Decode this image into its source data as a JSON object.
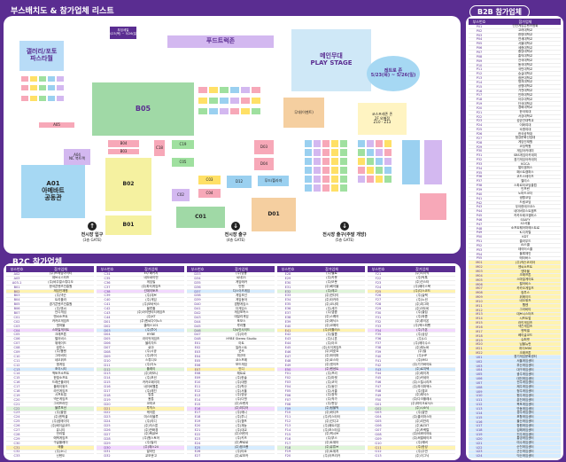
{
  "titles": {
    "main": "부스배치도 & 참가업체 리스트",
    "b2c": "B2C 참가업체",
    "b2b": "B2B 참가업체"
  },
  "map": {
    "zones": {
      "gallery": "갤러리/포토\n파스타월",
      "pudding_sale": "푸딩세일\n5/23(목) ~ 5/26(일)",
      "food_truck": "푸드트럭존",
      "main_stage": "메인무대\nPLAY STAGE",
      "retro": "레트로 존\n5/23(목) ~ 5/26(일)",
      "cosplay": "코스프레존 존\n2F 외별정\nZ10 - Z13",
      "b05": "B05",
      "stage_area": "무대(이벤트)",
      "a01": "A01\n아메바트\n공동관",
      "b02": "B02",
      "b01": "B01",
      "c01": "C01",
      "d01": "D01",
      "a04": "A04\nNC 북트랙",
      "food_court": "푸드/플라자",
      "a05": "A05",
      "b04": "B04",
      "b03": "B03",
      "c18": "C18",
      "c19": "C19",
      "d03": "D03",
      "d04": "D04",
      "d12": "D12",
      "c02": "C02",
      "c03": "C03",
      "c04": "C04",
      "c05": "C05"
    },
    "gates": [
      {
        "label": "전시장 입구",
        "sub": "(3층 GATE)"
      },
      {
        "label": "전시장 출구",
        "sub": "(4층 GATE)"
      },
      {
        "label": "전시장 출구(주말 개방)",
        "sub": "(5층 GATE)"
      }
    ]
  },
  "b2c": {
    "col_headers": [
      "부스번호",
      "참가업체"
    ],
    "columns": [
      [
        [
          "A02",
          "(주)프레임아이티"
        ],
        [
          "A03",
          "데브시스터즈"
        ],
        [
          "A03-1",
          "(주)비주얼스튜디오"
        ],
        [
          "B01",
          "한국콘텐츠진흥원"
        ],
        [
          "B02",
          "게임인재원"
        ],
        [
          "B03",
          "(주)넥슨"
        ],
        [
          "B04",
          "트리플라"
        ],
        [
          "B05",
          "경기콘텐츠진흥원"
        ],
        [
          "B06",
          "(주)엔씨"
        ],
        [
          "B07",
          "인디게임"
        ],
        [
          "C01",
          "엔씨소프트"
        ],
        [
          "C02",
          "카카오게임즈"
        ],
        [
          "C03",
          "넷마블"
        ],
        [
          "C04",
          "스마일게이트"
        ],
        [
          "C05",
          "크래프톤"
        ],
        [
          "C06",
          "펄어비스"
        ],
        [
          "C07",
          "위메이드"
        ],
        [
          "C08",
          "컴투스"
        ],
        [
          "C09",
          "(주)웹젠"
        ],
        [
          "C10",
          "그라비티"
        ],
        [
          "C11",
          "네오위즈"
        ],
        [
          "C12",
          "엠게임"
        ],
        [
          "C13",
          "조이시티"
        ],
        [
          "C14",
          "액토즈소프트"
        ],
        [
          "C15",
          "한빛소프트"
        ],
        [
          "C16",
          "드래곤플라이"
        ],
        [
          "C17",
          "플레이위드"
        ],
        [
          "C18",
          "라인게임즈"
        ],
        [
          "C19",
          "시프트업"
        ],
        [
          "C20",
          "넥슨게임즈"
        ],
        [
          "C21",
          "그리프라인"
        ],
        [
          "C22",
          "블루포션"
        ],
        [
          "C23",
          "(주)올엠"
        ],
        [
          "C24",
          "(주)엔픽셀"
        ],
        [
          "C25",
          "(주)썸에이지"
        ],
        [
          "C26",
          "(주)베이글코드"
        ],
        [
          "C27",
          "유니티"
        ],
        [
          "C28",
          "언리얼"
        ],
        [
          "C29",
          "에픽게임즈"
        ],
        [
          "C30",
          "구글플레이"
        ],
        [
          "C31",
          "애플"
        ],
        [
          "C32",
          "(주)소니"
        ],
        [
          "C33",
          "닌텐도"
        ]
      ],
      [
        [
          "C34",
          "EQ 패키지"
        ],
        [
          "C35",
          "네오싸이언"
        ],
        [
          "C36",
          "게임빌"
        ],
        [
          "C37",
          "(주)파티게임즈"
        ],
        [
          "C38",
          "선데이토즈"
        ],
        [
          "C39",
          "(주)데브"
        ],
        [
          "C40",
          "(주)게임"
        ],
        [
          "C41",
          "(주)모비릭스"
        ],
        [
          "C42",
          "블루홀"
        ],
        [
          "C43",
          "(주)아이덴티티게임즈"
        ],
        [
          "C44",
          "(주)KT"
        ],
        [
          "D01",
          "(주)엔씨다이노스"
        ],
        [
          "D02",
          "클래스101"
        ],
        [
          "D03",
          "(주)투어"
        ],
        [
          "D04",
          "HYBE"
        ],
        [
          "D05",
          "라이엇게임즈"
        ],
        [
          "D06",
          "블리자드"
        ],
        [
          "D07",
          "로아"
        ],
        [
          "D08",
          "(주)시공"
        ],
        [
          "D09",
          "(주)하이"
        ],
        [
          "D10",
          "스튜디오"
        ],
        [
          "D11",
          "(주)이노"
        ],
        [
          "D12",
          "플레이"
        ],
        [
          "D13",
          "(주)하모니"
        ],
        [
          "D14",
          "(주)포션"
        ],
        [
          "D15",
          "카카오페이지"
        ],
        [
          "D16",
          "네이버웹툰"
        ],
        [
          "D17",
          "(주)레진"
        ],
        [
          "D18",
          "탑툰"
        ],
        [
          "D19",
          "봄툰"
        ],
        [
          "D20",
          "코미코"
        ],
        [
          "D21",
          "투믹스"
        ],
        [
          "D22",
          "케이툰"
        ],
        [
          "D23",
          "미스터블루"
        ],
        [
          "D24",
          "(주)리디"
        ],
        [
          "D25",
          "(주)저스툰"
        ],
        [
          "D26",
          "(주)만화경"
        ],
        [
          "D27",
          "(주)북큐브"
        ],
        [
          "D28",
          "(주)원스토어"
        ],
        [
          "D29",
          "(주)밀리"
        ],
        [
          "D30",
          "(주)예스24"
        ],
        [
          "D31",
          "알라딘"
        ],
        [
          "D32",
          "교보문고"
        ]
      ],
      [
        [
          "D33",
          "(주)영풍"
        ],
        [
          "D34",
          "씨네21"
        ],
        [
          "D35",
          "게임메카"
        ],
        [
          "D36",
          "인벤"
        ],
        [
          "D37",
          "디스이즈게임"
        ],
        [
          "D38",
          "게임조선"
        ],
        [
          "D39",
          "게임동아"
        ],
        [
          "D40",
          "경향게임스"
        ],
        [
          "D41",
          "더게임스"
        ],
        [
          "D42",
          "게임포커스"
        ],
        [
          "D43",
          "데일리게임"
        ],
        [
          "D44",
          "포모스"
        ],
        [
          "D45",
          "루리웹"
        ],
        [
          "D46",
          "디씨인사이드"
        ],
        [
          "D47",
          "(주)아카"
        ],
        [
          "D48",
          "HYBE Stereo Studio"
        ],
        [
          "E01",
          "아트"
        ],
        [
          "E02",
          "일러스트"
        ],
        [
          "E03",
          "굿즈"
        ],
        [
          "E04",
          "피규어"
        ],
        [
          "E05",
          "코스프레"
        ],
        [
          "E06",
          "보드게임"
        ],
        [
          "E07",
          "인디"
        ],
        [
          "E08",
          "레트로"
        ],
        [
          "E09",
          "(주)한솔"
        ],
        [
          "E10",
          "(주)대원"
        ],
        [
          "E11",
          "(주)학산"
        ],
        [
          "E12",
          "(주)서울"
        ],
        [
          "E13",
          "(주)영상"
        ],
        [
          "E14",
          "(주)디앤"
        ],
        [
          "E15",
          "(주)오렌지"
        ],
        [
          "E16",
          "(주)미디어"
        ],
        [
          "E17",
          "(주)애니"
        ],
        [
          "E18",
          "(주)투니"
        ],
        [
          "E19",
          "(주)챔프"
        ],
        [
          "E20",
          "(주)재능"
        ],
        [
          "E21",
          "(주)대교"
        ],
        [
          "E22",
          "(주)어린이"
        ],
        [
          "E23",
          "(주)키즈"
        ],
        [
          "E24",
          "(주)뽀로로"
        ],
        [
          "E25",
          "(주)핑크퐁"
        ],
        [
          "E26",
          "(주)타요"
        ],
        [
          "E27",
          "(주)로보카"
        ]
      ],
      [
        [
          "E28",
          "(주)헬로"
        ],
        [
          "E29",
          "(주)카봇"
        ],
        [
          "E30",
          "(주)또봇"
        ],
        [
          "E31",
          "(주)베이블"
        ],
        [
          "E32",
          "(주)레고"
        ],
        [
          "E33",
          "(주)반다이"
        ],
        [
          "E34",
          "(주)타카라"
        ],
        [
          "E35",
          "(주)코나미"
        ],
        [
          "E36",
          "(주)세가"
        ],
        [
          "E37",
          "(주)캡콤"
        ],
        [
          "E38",
          "(주)스퀘어"
        ],
        [
          "E39",
          "(주)에닉스"
        ],
        [
          "E40",
          "(주)코에이"
        ],
        [
          "E41",
          "(주)아틀러스"
        ],
        [
          "E42",
          "(주)팔콤"
        ],
        [
          "E43",
          "(주)니혼"
        ],
        [
          "E44",
          "(주)아크"
        ],
        [
          "E45",
          "(주)사이게임즈"
        ],
        [
          "E46",
          "(주)미호요"
        ],
        [
          "E47",
          "(주)하이퍼"
        ],
        [
          "E48",
          "(주)요스타"
        ],
        [
          "E49",
          "(주)넷이즈"
        ],
        [
          "E50",
          "(주)텐센트"
        ],
        [
          "F01",
          "(주)프리"
        ],
        [
          "F02",
          "(주)마켓"
        ],
        [
          "F03",
          "(주)코믹"
        ],
        [
          "F04",
          "(주)동인"
        ],
        [
          "F05",
          "(주)서클"
        ],
        [
          "F06",
          "(주)창작"
        ],
        [
          "F07",
          "(주)작가"
        ],
        [
          "F08",
          "(주)펀딩"
        ],
        [
          "F09",
          "(주)텀블벅"
        ],
        [
          "F10",
          "(주)와디즈"
        ],
        [
          "F11",
          "(주)킥스타터"
        ],
        [
          "F12",
          "(주)인디고"
        ],
        [
          "F13",
          "(주)패트리온"
        ],
        [
          "F14",
          "(주)포스타입"
        ],
        [
          "F15",
          "(주)픽시브"
        ],
        [
          "F16",
          "(주)부스"
        ],
        [
          "F17",
          "(주)트위터"
        ],
        [
          "F18",
          "(주)유튜브"
        ],
        [
          "F19",
          "(주)트위치"
        ],
        [
          "F20",
          "(주)아프리카"
        ]
      ],
      [
        [
          "F21",
          "(주)치지직"
        ],
        [
          "F22",
          "(주)틱톡"
        ],
        [
          "F23",
          "(주)인스타"
        ],
        [
          "F24",
          "(주)페이스북"
        ],
        [
          "F25",
          "(주)디스코드"
        ],
        [
          "F26",
          "(주)슬랙"
        ],
        [
          "F27",
          "(주)노션"
        ],
        [
          "F28",
          "(주)피그마"
        ],
        [
          "F29",
          "(주)어도비"
        ],
        [
          "F30",
          "(주)클립"
        ],
        [
          "F31",
          "(주)와콤"
        ],
        [
          "F32",
          "(주)휴이온"
        ],
        [
          "F33",
          "(주)엑스피펜"
        ],
        [
          "F34",
          "(주)가온"
        ],
        [
          "F35",
          "(주)삼성"
        ],
        [
          "F36",
          "(주)LG"
        ],
        [
          "F37",
          "(주)에이수스"
        ],
        [
          "F38",
          "(주)레노버"
        ],
        [
          "F39",
          "(주)델"
        ],
        [
          "F40",
          "(주)HP"
        ],
        [
          "F41",
          "(주)MSI"
        ],
        [
          "F42",
          "(주)기가바이트"
        ],
        [
          "F43",
          "(주)로지텍"
        ],
        [
          "F44",
          "(주)레이저"
        ],
        [
          "F45",
          "(주)커세어"
        ],
        [
          "F46",
          "(주)스틸시리즈"
        ],
        [
          "F47",
          "(주)하이퍼엑스"
        ],
        [
          "F48",
          "(주)앱코"
        ],
        [
          "F49",
          "(주)제닉스"
        ],
        [
          "F50",
          "(주)다크플래시"
        ],
        [
          "G01",
          "(주)마이크로닉스"
        ],
        [
          "G02",
          "(주)시소닉"
        ],
        [
          "G03",
          "(주)잘만"
        ],
        [
          "G04",
          "(주)쿨러마스터"
        ],
        [
          "G05",
          "(주)리안리"
        ],
        [
          "G06",
          "(주)NZXT"
        ],
        [
          "G07",
          "(주)프렉탈"
        ],
        [
          "G08",
          "(주)비콰이어트"
        ],
        [
          "G09",
          "(주)써멀테이크"
        ],
        [
          "G10",
          "(주)에버"
        ],
        [
          "G11",
          "(주)한성"
        ],
        [
          "G12",
          "(주)주연"
        ],
        [
          "G13",
          "(주)이그닉"
        ]
      ]
    ]
  },
  "b2b": {
    "col_headers": [
      "부스번호",
      "참가업체"
    ],
    "rows": [
      [
        "P01",
        "인천게임콘텐츠협회"
      ],
      [
        "P02",
        "고려대학교"
      ],
      [
        "P03",
        "한양대학교"
      ],
      [
        "P04",
        "연세대학교"
      ],
      [
        "P05",
        "서울대학교"
      ],
      [
        "P06",
        "세종대학교"
      ],
      [
        "P07",
        "중앙대학교"
      ],
      [
        "P08",
        "홍익대학교"
      ],
      [
        "P09",
        "건국대학교"
      ],
      [
        "P10",
        "동국대학교"
      ],
      [
        "P11",
        "국민대학교"
      ],
      [
        "P12",
        "숭실대학교"
      ],
      [
        "P13",
        "광운대학교"
      ],
      [
        "P14",
        "명지대학교"
      ],
      [
        "P15",
        "상명대학교"
      ],
      [
        "P16",
        "가천대학교"
      ],
      [
        "P17",
        "인하대학교"
      ],
      [
        "P18",
        "아주대학교"
      ],
      [
        "P19",
        "단국대학교"
      ],
      [
        "P20",
        "경희대학교"
      ],
      [
        "P21",
        "한국외대"
      ],
      [
        "P22",
        "서강대학교"
      ],
      [
        "P23",
        "성균관대학교"
      ],
      [
        "P24",
        "이화여대"
      ],
      [
        "P25",
        "숙명여대"
      ],
      [
        "P26",
        "한국공학대"
      ],
      [
        "P27",
        "청강문화산업대"
      ],
      [
        "P28",
        "게임인재원"
      ],
      [
        "P29",
        "코딩학원"
      ],
      [
        "P30",
        "게임아카데미"
      ],
      [
        "P31",
        "SBS게임아카데미"
      ],
      [
        "P32",
        "경기게임아카데미"
      ],
      [
        "P33",
        "KGCA"
      ],
      [
        "P34",
        "멀티캠퍼스"
      ],
      [
        "P35",
        "패스트캠퍼스"
      ],
      [
        "P36",
        "코드스테이츠"
      ],
      [
        "P37",
        "엘리스"
      ],
      [
        "P38",
        "스파르타코딩클럽"
      ],
      [
        "P39",
        "인프런"
      ],
      [
        "P40",
        "노마드코더"
      ],
      [
        "P41",
        "생활코딩"
      ],
      [
        "P42",
        "드림코딩"
      ],
      [
        "P43",
        "우아한테크코스"
      ],
      [
        "P44",
        "네이버부스트캠프"
      ],
      [
        "P45",
        "카카오테크캠퍼스"
      ],
      [
        "P46",
        "SSAFY"
      ],
      [
        "P47",
        "42서울"
      ],
      [
        "P48",
        "소프트웨어마에스트로"
      ],
      [
        "P49",
        "K-디지털"
      ],
      [
        "P50",
        "KDT"
      ],
      [
        "P51",
        "클라우드"
      ],
      [
        "P52",
        "AI스쿨"
      ],
      [
        "P53",
        "데이터스쿨"
      ],
      [
        "P54",
        "블록체인"
      ],
      [
        "P55",
        "메타버스"
      ],
      [
        "M01",
        "(주)넥슨코리아"
      ],
      [
        "M02",
        "엔씨소프트"
      ],
      [
        "M03",
        "넷마블"
      ],
      [
        "M04",
        "크래프톤"
      ],
      [
        "M05",
        "스마일게이트"
      ],
      [
        "M06",
        "펄어비스"
      ],
      [
        "M07",
        "카카오게임즈"
      ],
      [
        "M08",
        "컴투스"
      ],
      [
        "M09",
        "위메이드"
      ],
      [
        "M10",
        "네오위즈"
      ],
      [
        "M11",
        "웹젠"
      ],
      [
        "M12",
        "그라비티"
      ],
      [
        "M13",
        "데브시스터즈"
      ],
      [
        "M14",
        "시프트업"
      ],
      [
        "M15",
        "라인게임즈"
      ],
      [
        "M16",
        "넥슨게임즈"
      ],
      [
        "M17",
        "엔픽셀"
      ],
      [
        "M18",
        "베이글코드"
      ],
      [
        "M19",
        "슈퍼캣"
      ],
      [
        "M20",
        "님블뉴런"
      ],
      [
        "M21",
        "하이브IM"
      ],
      [
        "M22",
        "크래프톤"
      ],
      [
        "U01",
        "경기게임문화센터"
      ],
      [
        "U02",
        "서울게임센터"
      ],
      [
        "U03",
        "부산게임센터"
      ],
      [
        "U04",
        "대구게임센터"
      ],
      [
        "U05",
        "광주게임센터"
      ],
      [
        "U06",
        "대전게임센터"
      ],
      [
        "U07",
        "전주게임센터"
      ],
      [
        "U08",
        "제주게임센터"
      ],
      [
        "U09",
        "청주게임센터"
      ],
      [
        "U10",
        "원주게임센터"
      ],
      [
        "U11",
        "춘천게임센터"
      ],
      [
        "U12",
        "목포게임센터"
      ],
      [
        "U13",
        "안동게임센터"
      ],
      [
        "U14",
        "경주게임센터"
      ],
      [
        "U15",
        "포항게임센터"
      ],
      [
        "U16",
        "울산게임센터"
      ],
      [
        "U17",
        "창원게임센터"
      ],
      [
        "U18",
        "김해게임센터"
      ],
      [
        "U19",
        "진주게임센터"
      ],
      [
        "U20",
        "통영게임센터"
      ],
      [
        "U21",
        "여수게임센터"
      ],
      [
        "U22",
        "순천게임센터"
      ],
      [
        "U23",
        "군산게임센터"
      ],
      [
        "U24",
        "익산게임센터"
      ]
    ]
  },
  "colors": {
    "bg": "#5a2d91",
    "accent_pink": "#f7a8b8",
    "accent_yellow": "#ffe066",
    "accent_green": "#9fe09f",
    "accent_blue": "#9ad0f0"
  }
}
